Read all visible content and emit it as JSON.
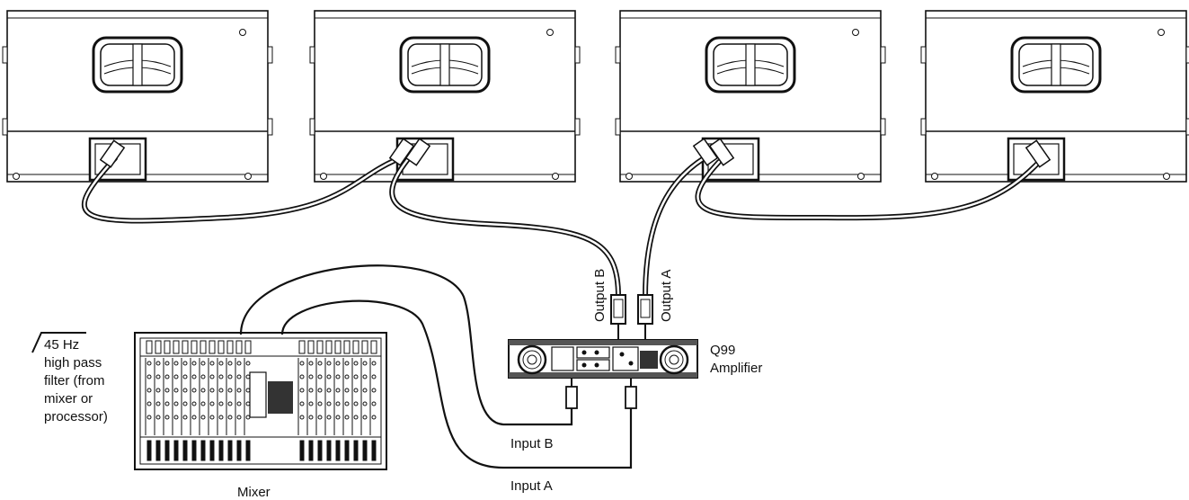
{
  "labels": {
    "output_b": "Output B",
    "output_a": "Output A",
    "amp_model": "Q99",
    "amp_name": "Amplifier",
    "input_b": "Input B",
    "input_a": "Input A",
    "mixer": "Mixer",
    "filter_line1": "45 Hz",
    "filter_line2": "high pass",
    "filter_line3": "filter (from",
    "filter_line4": "mixer or",
    "filter_line5": "processor)"
  },
  "speakers": [
    {
      "id": "speaker-1"
    },
    {
      "id": "speaker-2"
    },
    {
      "id": "speaker-3"
    },
    {
      "id": "speaker-4"
    }
  ]
}
